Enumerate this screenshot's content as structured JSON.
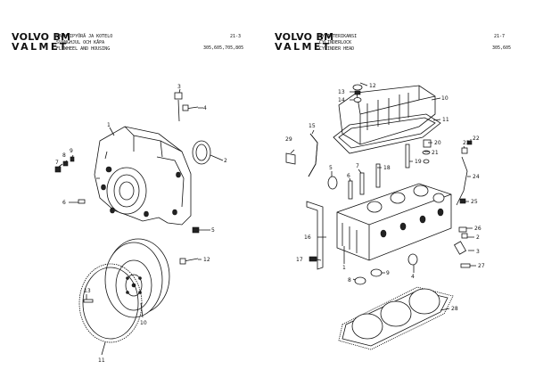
{
  "left_page": {
    "logo_line1": "VOLVO BM",
    "logo_line2": "VALMET",
    "title_fi": "VAUHTIPYÖRÄ JA KOTELO",
    "title_sv": "SVÄNGHJUL OCH KÅPA",
    "title_en": "FLYWHEEL AND HOUSING",
    "page_number": "21-3",
    "models": "305,605,705,805",
    "callouts": [
      "1",
      "2",
      "3",
      "4",
      "5",
      "6",
      "7",
      "8",
      "9",
      "10",
      "11",
      "12",
      "13"
    ]
  },
  "right_page": {
    "logo_line1": "VOLVO BM",
    "logo_line2": "VALMET",
    "title_fi": "SYLINTERIKANSI",
    "title_sv": "CYLINDERLOCK",
    "title_en": "CYLINDER HEAD",
    "page_number": "21-7",
    "models": "305,605",
    "callouts": [
      "1",
      "2",
      "3",
      "4",
      "5",
      "6",
      "7",
      "8",
      "9",
      "10",
      "11",
      "12",
      "13",
      "14",
      "15",
      "16",
      "17",
      "18",
      "19",
      "20",
      "21",
      "22",
      "23",
      "24",
      "25",
      "26",
      "27",
      "28",
      "29"
    ]
  }
}
